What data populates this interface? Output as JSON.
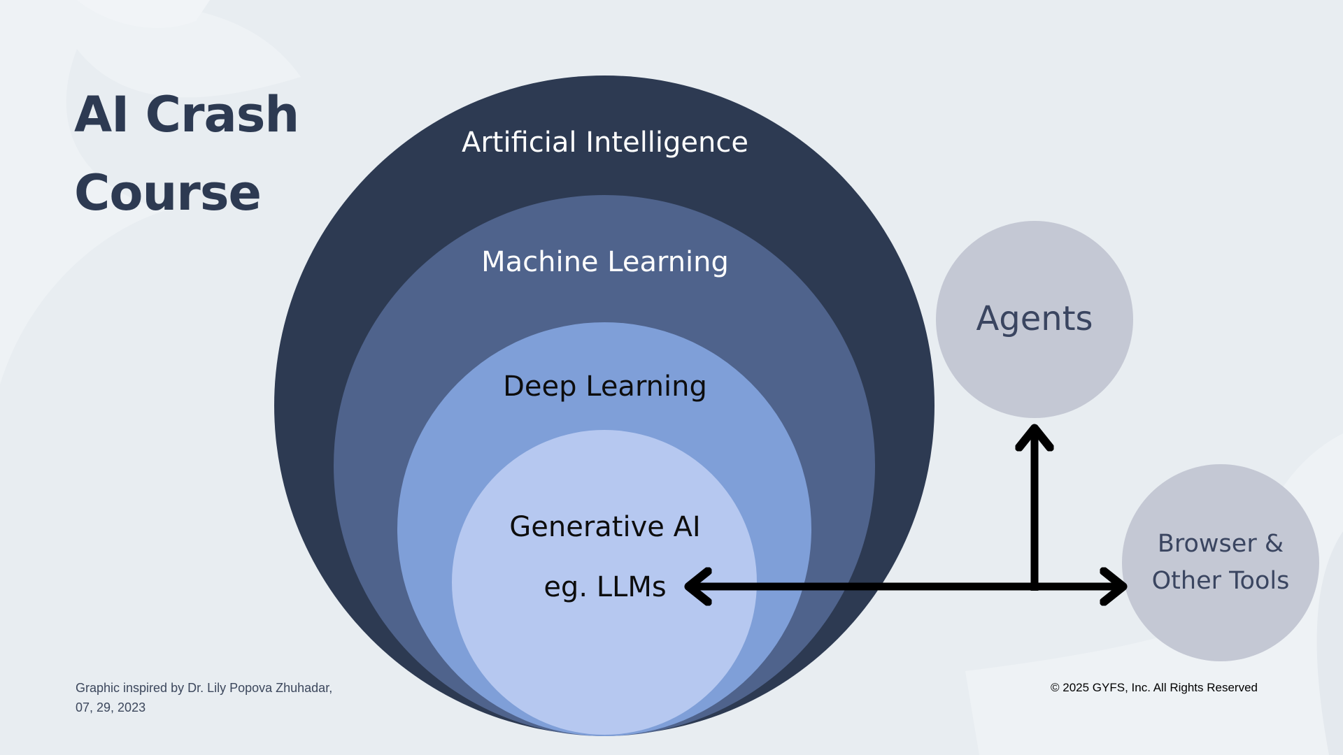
{
  "title": {
    "line1": "AI Crash",
    "line2": "Course"
  },
  "rings": [
    {
      "id": "ai",
      "label": "Artificial Intelligence",
      "color": "#2d3a52",
      "text_color": "#ffffff"
    },
    {
      "id": "ml",
      "label": "Machine Learning",
      "color": "#4f638c",
      "text_color": "#ffffff"
    },
    {
      "id": "dl",
      "label": "Deep Learning",
      "color": "#7f9fd8",
      "text_color": "#0d0d0d"
    },
    {
      "id": "genai",
      "label": "Generative AI",
      "sublabel": "eg. LLMs",
      "color": "#b6c8f0",
      "text_color": "#0d0d0d"
    }
  ],
  "side_nodes": {
    "agents": {
      "label": "Agents",
      "color": "#c4c8d4"
    },
    "tools": {
      "line1": "Browser &",
      "line2": "Other Tools",
      "color": "#c4c8d4"
    }
  },
  "arrow_color": "#000000",
  "footer": {
    "credit_line1": "Graphic inspired by Dr. Lily Popova Zhuhadar,",
    "credit_line2": "07, 29, 2023",
    "copyright": "© 2025 GYFS, Inc. All Rights Reserved"
  }
}
